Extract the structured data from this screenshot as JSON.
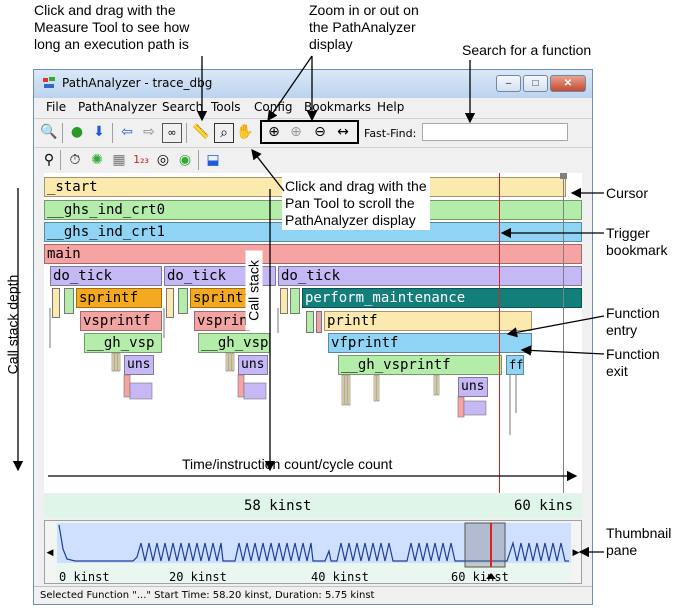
{
  "annotations": {
    "measure_tool": [
      "Click and drag with the",
      "Measure Tool to see how",
      "long an execution path is"
    ],
    "zoom": [
      "Zoom in or out on",
      "the PathAnalyzer",
      "display"
    ],
    "search": "Search for a function",
    "pan_tool": [
      "Click and drag with the",
      "Pan Tool to scroll the",
      "PathAnalyzer display"
    ],
    "cursor": "Cursor",
    "trigger": [
      "Trigger",
      "bookmark"
    ],
    "call_stack": "Call stack",
    "function_entry": [
      "Function",
      "entry"
    ],
    "function_exit": [
      "Function",
      "exit"
    ],
    "call_stack_depth": "Call stack depth",
    "time_axis": "Time/instruction count/cycle count",
    "thumbnail": [
      "Thumbnail",
      "pane"
    ]
  },
  "window": {
    "title": "PathAnalyzer - trace_dbg",
    "minimize": "–",
    "maximize": "□",
    "close": "✕"
  },
  "menu": [
    "File",
    "PathAnalyzer",
    "Search",
    "Tools",
    "Config",
    "Bookmarks",
    "Help"
  ],
  "toolbar": {
    "fast_find_label": "Fast-Find:",
    "fast_find_value": ""
  },
  "trace_bars": {
    "start": "_start",
    "crt0": "__ghs_ind_crt0",
    "crt1": "__ghs_ind_crt1",
    "main": "main",
    "do_tick_1": "do_tick",
    "do_tick_2": "do_tick",
    "do_tick_3": "do_tick",
    "sprintf_1": "sprintf",
    "sprintf_2": "sprintf",
    "perform_maintenance": "perform_maintenance",
    "vsprintf_1": "vsprintf",
    "vsprintf_2": "vsprintf",
    "printf": "printf",
    "gh_vsp_1": "__gh_vsp",
    "gh_vsp_2": "__gh_vsp",
    "vfprintf": "vfprintf",
    "uns_1": "uns",
    "uns_2": "uns",
    "gh_vsprintf": "__gh_vsprintf",
    "ff": "ff",
    "uns_3": "uns"
  },
  "scale": {
    "tick1": "58 kinst",
    "tick2": "60 kins"
  },
  "thumbnail_labels": [
    "0 kinst",
    "20 kinst",
    "40 kinst",
    "60 kinst"
  ],
  "status": "Selected Function \"...\" Start Time: 58.20 kinst, Duration: 5.75 kinst",
  "colors": {
    "start": "#fbe9ad",
    "crt0": "#b4ecaa",
    "crt1": "#8fd3f5",
    "main": "#f5a3a3",
    "do_tick": "#c6b8f5",
    "sprintf": "#f4a91e",
    "perform_maintenance": "#137f7b",
    "vsprintf": "#f4a3a3",
    "printf": "#fbe9ad",
    "gh_vsp": "#b4ecaa",
    "vfprintf": "#8fd3f5",
    "uns": "#f5a3a3",
    "trigger": "#e0201f",
    "cursor": "#808080"
  },
  "icons": [
    "context-help-icon",
    "go-icon",
    "down-arrow-icon",
    "back-arrow-icon",
    "forward-arrow-icon",
    "glasses-icon",
    "measure-tool-icon",
    "zoom-tool-icon",
    "pan-tool-icon",
    "zoom-in-icon",
    "zoom-100-icon",
    "zoom-out-icon",
    "fit-width-icon",
    "find-icon",
    "stopwatch-icon",
    "settings-icon",
    "table-icon",
    "numbers-icon",
    "database-icon",
    "radar-icon",
    "export-icon"
  ]
}
